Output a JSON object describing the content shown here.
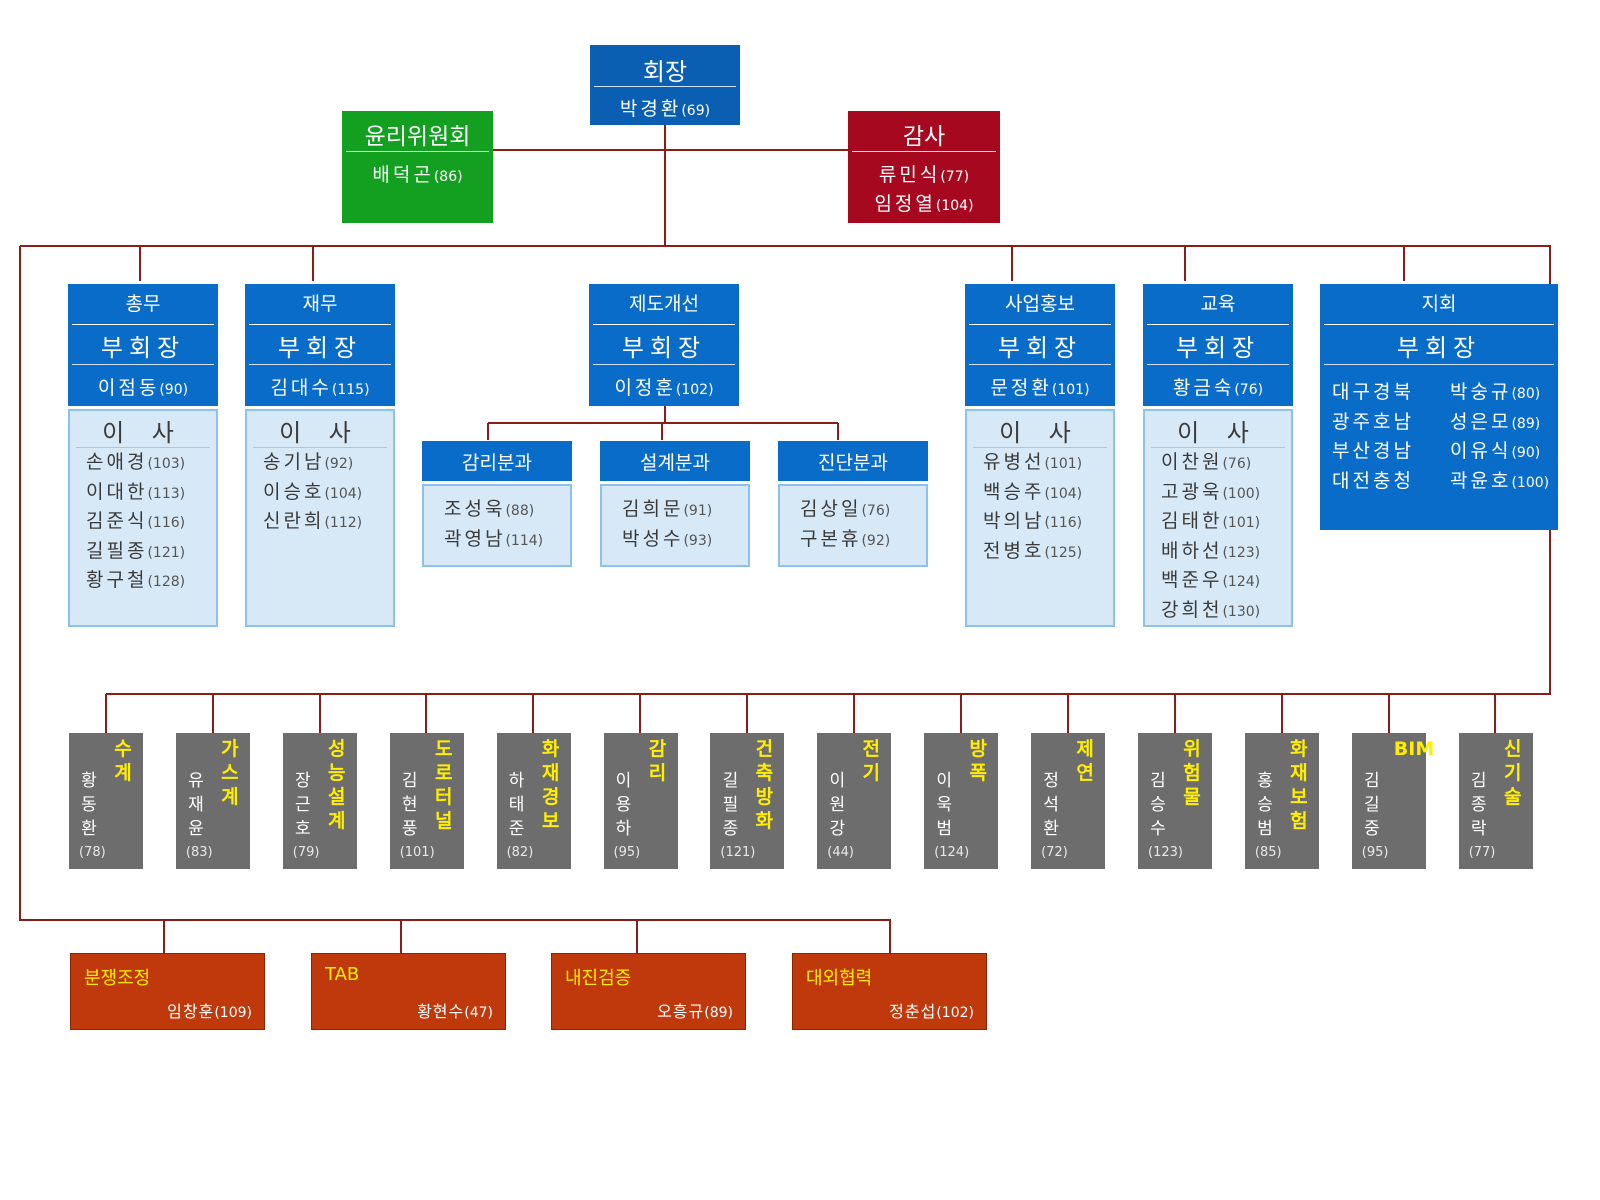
{
  "president": {
    "title": "회장",
    "name": "박경환",
    "num": "(69)",
    "color": "#0a5fb3"
  },
  "ethics": {
    "title": "윤리위원회",
    "name": "배덕곤",
    "num": "(86)",
    "color": "#13a020"
  },
  "audit": {
    "title": "감사",
    "members": [
      {
        "name": "류민식",
        "num": "(77)"
      },
      {
        "name": "임정열",
        "num": "(104)"
      }
    ],
    "color": "#a6081f"
  },
  "vp_label": "부회장",
  "director_label": "이 사",
  "divisions": [
    {
      "dept": "총무",
      "vp_name": "이점동",
      "vp_num": "(90)",
      "directors": [
        {
          "name": "손애경",
          "num": "(103)"
        },
        {
          "name": "이대한",
          "num": "(113)"
        },
        {
          "name": "김준식",
          "num": "(116)"
        },
        {
          "name": "길필종",
          "num": "(121)"
        },
        {
          "name": "황구철",
          "num": "(128)"
        }
      ]
    },
    {
      "dept": "재무",
      "vp_name": "김대수",
      "vp_num": "(115)",
      "directors": [
        {
          "name": "송기남",
          "num": "(92)"
        },
        {
          "name": "이승호",
          "num": "(104)"
        },
        {
          "name": "신란희",
          "num": "(112)"
        }
      ]
    },
    {
      "dept": "제도개선",
      "vp_name": "이정훈",
      "vp_num": "(102)",
      "directors": []
    },
    {
      "dept": "사업홍보",
      "vp_name": "문정환",
      "vp_num": "(101)",
      "directors": [
        {
          "name": "유병선",
          "num": "(101)"
        },
        {
          "name": "백승주",
          "num": "(104)"
        },
        {
          "name": "박의남",
          "num": "(116)"
        },
        {
          "name": "전병호",
          "num": "(125)"
        }
      ]
    },
    {
      "dept": "교육",
      "vp_name": "황금숙",
      "vp_num": "(76)",
      "directors": [
        {
          "name": "이찬원",
          "num": "(76)"
        },
        {
          "name": "고광욱",
          "num": "(100)"
        },
        {
          "name": "김태한",
          "num": "(101)"
        },
        {
          "name": "배하선",
          "num": "(123)"
        },
        {
          "name": "백준우",
          "num": "(124)"
        },
        {
          "name": "강희천",
          "num": "(130)"
        }
      ]
    }
  ],
  "branch": {
    "dept": "지회",
    "members": [
      {
        "region": "대구경북",
        "name": "박숭규",
        "num": "(80)"
      },
      {
        "region": "광주호남",
        "name": "성은모",
        "num": "(89)"
      },
      {
        "region": "부산경남",
        "name": "이유식",
        "num": "(90)"
      },
      {
        "region": "대전충청",
        "name": "곽윤호",
        "num": "(100)"
      }
    ]
  },
  "subcommittees": [
    {
      "title": "감리분과",
      "members": [
        {
          "name": "조성욱",
          "num": "(88)"
        },
        {
          "name": "곽영남",
          "num": "(114)"
        }
      ]
    },
    {
      "title": "설계분과",
      "members": [
        {
          "name": "김희문",
          "num": "(91)"
        },
        {
          "name": "박성수",
          "num": "(93)"
        }
      ]
    },
    {
      "title": "진단분과",
      "members": [
        {
          "name": "김상일",
          "num": "(76)"
        },
        {
          "name": "구본휴",
          "num": "(92)"
        }
      ]
    }
  ],
  "committees": [
    {
      "title": "수계",
      "name": "황동환",
      "num": "(78)"
    },
    {
      "title": "가스계",
      "name": "유재윤",
      "num": "(83)"
    },
    {
      "title": "성능설계",
      "name": "장근호",
      "num": "(79)"
    },
    {
      "title": "도로터널",
      "name": "김현풍",
      "num": "(101)"
    },
    {
      "title": "화재경보",
      "name": "하태준",
      "num": "(82)"
    },
    {
      "title": "감리",
      "name": "이용하",
      "num": "(95)"
    },
    {
      "title": "건축방화",
      "name": "길필종",
      "num": "(121)"
    },
    {
      "title": "전기",
      "name": "이원강",
      "num": "(44)"
    },
    {
      "title": "방폭",
      "name": "이욱범",
      "num": "(124)"
    },
    {
      "title": "제연",
      "name": "정석환",
      "num": "(72)"
    },
    {
      "title": "위험물",
      "name": "김승수",
      "num": "(123)"
    },
    {
      "title": "화재보험",
      "name": "홍승범",
      "num": "(85)"
    },
    {
      "title": "BIM",
      "name": "김길중",
      "num": "(95)"
    },
    {
      "title": "신기술",
      "name": "김종락",
      "num": "(77)"
    }
  ],
  "specials": [
    {
      "title": "분쟁조정",
      "name": "임창훈",
      "num": "(109)"
    },
    {
      "title": "TAB",
      "name": "황현수",
      "num": "(47)"
    },
    {
      "title": "내진검증",
      "name": "오흥규",
      "num": "(89)"
    },
    {
      "title": "대외협력",
      "name": "정춘섭",
      "num": "(102)"
    }
  ]
}
